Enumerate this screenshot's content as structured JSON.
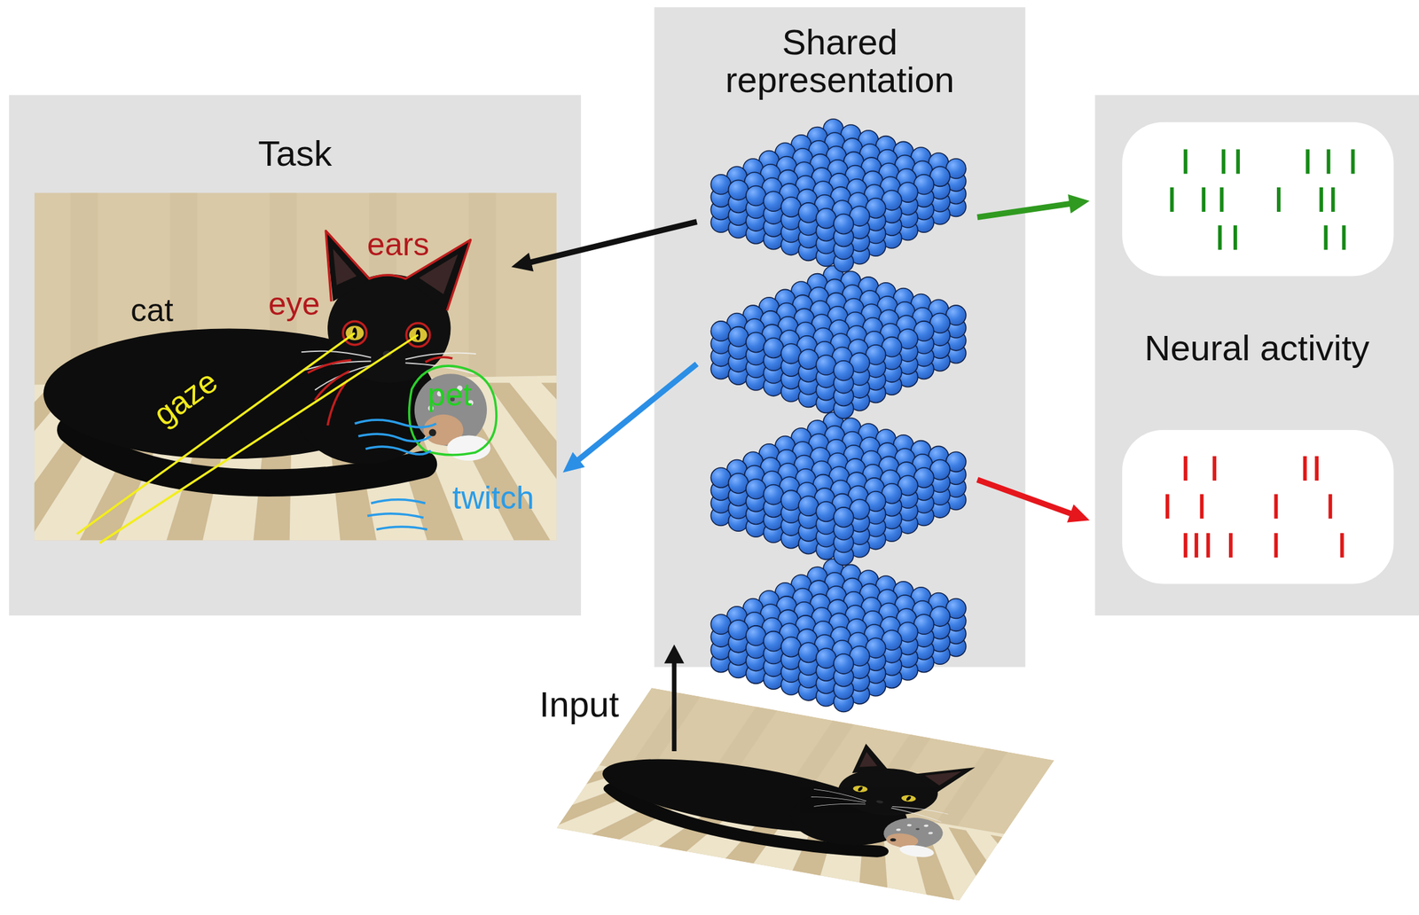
{
  "diagram": {
    "nodes": [
      {
        "text": [
          "Task"
        ]
      },
      {
        "text": [
          "Shared representation"
        ]
      },
      {
        "text": [
          "Neural activity"
        ]
      }
    ],
    "edges": [
      {
        "from": 1,
        "to": 0,
        "arrow": "to"
      },
      {
        "from": 1,
        "to": 0,
        "arrow": "to"
      },
      {
        "from": 1,
        "to": 2,
        "arrow": "to"
      },
      {
        "from": 1,
        "to": 2,
        "arrow": "to"
      }
    ],
    "labels": [
      "ears",
      "eye",
      "cat",
      "gaze",
      "pet",
      "twitch",
      "Input"
    ]
  }
}
